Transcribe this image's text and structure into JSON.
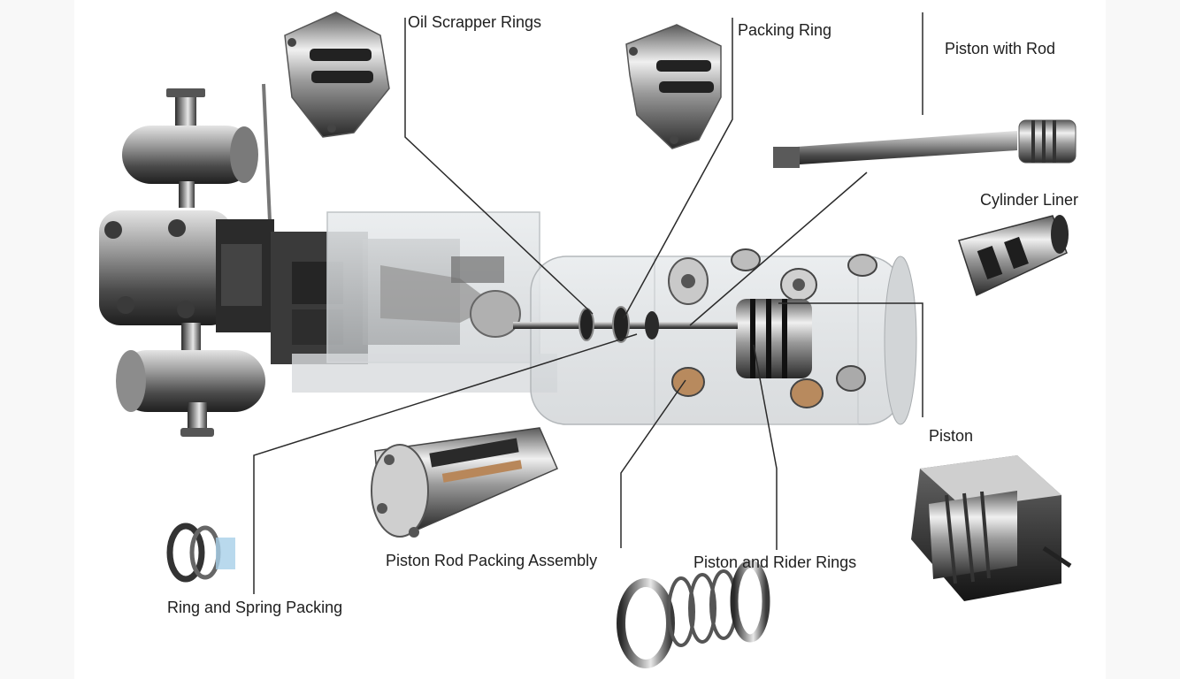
{
  "labels": {
    "oil_scrapper_rings": "Oil Scrapper Rings",
    "packing_ring": "Packing Ring",
    "piston_with_rod": "Piston with Rod",
    "cylinder_liner": "Cylinder Liner",
    "piston": "Piston",
    "piston_rod_packing_assembly": "Piston Rod Packing Assembly",
    "piston_and_rider_rings": "Piston and Rider Rings",
    "ring_and_spring_packing": "Ring and Spring Packing"
  },
  "colors": {
    "background": "#f8f8f8",
    "panel": "#ffffff",
    "steel_dark": "#2c2c2c",
    "steel_mid": "#8a8a8a",
    "steel_light": "#dedede",
    "leader_line": "#2a2a2a",
    "copper_accent": "#b8875a"
  }
}
